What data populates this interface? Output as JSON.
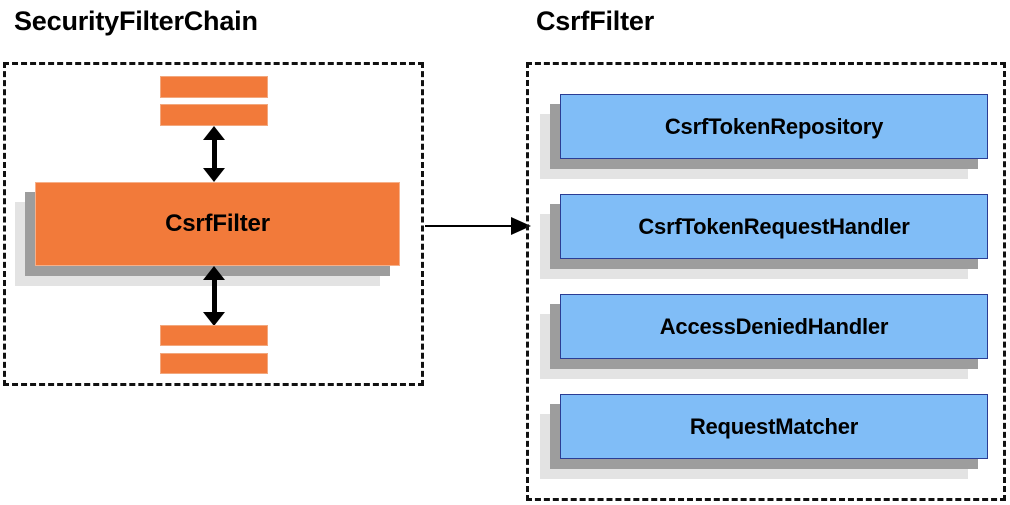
{
  "diagram": {
    "type": "component-diagram",
    "background_color": "#ffffff",
    "colors": {
      "orange_fill": "#f27a3a",
      "orange_border": "#f6b08a",
      "blue_fill": "#80bdf7",
      "blue_border": "#2b3d94",
      "shadow_dark": "#9d9d9d",
      "shadow_light": "#e3e3e3",
      "outline": "#111111",
      "text": "#000000"
    }
  },
  "panels": {
    "left": {
      "title": "SecurityFilterChain",
      "stubs_top": [
        "filter-stub-1",
        "filter-stub-2"
      ],
      "main_node": "CsrfFilter",
      "stubs_bottom": [
        "filter-stub-3",
        "filter-stub-4"
      ]
    },
    "right": {
      "title": "CsrfFilter",
      "nodes": [
        {
          "label": "CsrfTokenRepository"
        },
        {
          "label": "CsrfTokenRequestHandler"
        },
        {
          "label": "AccessDeniedHandler"
        },
        {
          "label": "RequestMatcher"
        }
      ]
    }
  },
  "connectors": [
    {
      "name": "csrffilter-to-detail",
      "style": "solid-arrow",
      "direction": "right"
    },
    {
      "name": "chain-above-csrffilter",
      "style": "double-headed",
      "direction": "vertical"
    },
    {
      "name": "chain-below-csrffilter",
      "style": "double-headed",
      "direction": "vertical"
    }
  ]
}
